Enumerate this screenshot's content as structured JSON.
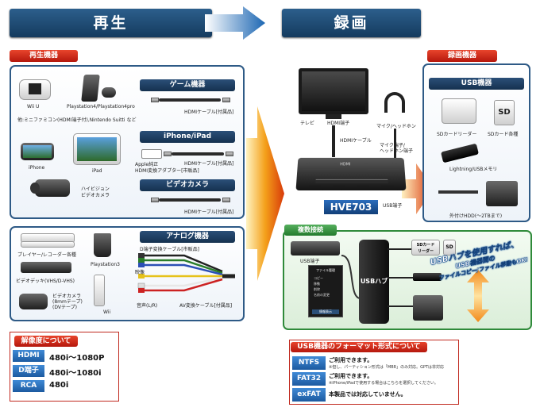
{
  "banners": {
    "play": "再生",
    "record": "録画"
  },
  "tabs": {
    "play_devices": "再生機器",
    "record_devices": "録画機器",
    "multi": "複数接続"
  },
  "play_panel": {
    "devices": {
      "wiiu": "Wii U",
      "ps4": "Playstation4/Playstation4pro",
      "other": "他:ミニファミコン(HDMI端子付),Nintendo Suitti など",
      "iphone": "iPhone",
      "ipad": "iPad",
      "camera": "ハイビジョン\nビデオカメラ"
    },
    "bars": {
      "game": "ゲーム機器",
      "iphone": "iPhone/iPad",
      "camera": "ビデオカメラ"
    },
    "cables": {
      "game": "HDMIケーブル[付属品]",
      "iphone_adapter": "Apple純正\nHDMI変換アダプター[市販品]",
      "iphone_cable": "HDMIケーブル[付属品]",
      "camera": "HDMIケーブル[付属品]"
    }
  },
  "analog_panel": {
    "devices": {
      "recorder": "プレイヤー/レコーダー各種",
      "deck": "ビデオデッキ(VHS/D-VHS)",
      "ps3": "Playstation3",
      "wii": "Wii",
      "camcorder": "ビデオカメラ\n(8mmテープ)\n(DVテープ)"
    },
    "bar": "アナログ機器",
    "cables": {
      "d_cable": "D端子変換ケーブル[市販品]",
      "video": "映像",
      "audio": "音声(L/R)",
      "av_cable": "AV変換ケーブル[付属品]"
    }
  },
  "resolution": {
    "title": "解像度について",
    "rows": [
      {
        "tag": "HDMI",
        "value": "480i～1080P"
      },
      {
        "tag": "D端子",
        "value": "480i～1080i"
      },
      {
        "tag": "RCA",
        "value": "480i"
      }
    ]
  },
  "record_area": {
    "tv": "テレビ",
    "hdmi_port": "HDMI端子",
    "hdmi_cable": "HDMIケーブル",
    "headphone": "マイク/ヘッドホン",
    "mic_port": "マイク端子/\nヘッドホン端子",
    "usb_port": "USB端子",
    "device_name": "HVE703",
    "device_brand": "HDMI"
  },
  "usb_panel": {
    "bar": "USB機器",
    "items": {
      "card_reader": "SDカードリーダー",
      "sd": "SDカード各種",
      "sd_icon": "SD",
      "lightning": "Lightning/USBメモリ",
      "hdd": "外付けHDD(～2TBまで)"
    }
  },
  "multi_panel": {
    "usb_port": "USB端子",
    "hub": "USBハブ",
    "sd_reader": "SDカード\nリーダー",
    "sd_icon": "SD",
    "menu_title": "ファイル管理",
    "menu_items": [
      "コピー",
      "移動",
      "削除",
      "名前の変更"
    ],
    "menu_footer": "情報表示",
    "promo_line1": "USBハブを使用すれば、",
    "promo_line2": "USB機器間の",
    "promo_line3": "ファイルコピー/ファイル移動もOK!"
  },
  "format": {
    "title": "USB機器のフォーマット形式について",
    "rows": [
      {
        "tag": "NTFS",
        "main": "ご利用できます。",
        "sub": "※但し、パーティション形式は「MBR」のみ対応。GPTは非対応"
      },
      {
        "tag": "FAT32",
        "main": "ご利用できます。",
        "sub": "※iPhone/iPadで使用する場合はこちらを選択してください。"
      },
      {
        "tag": "exFAT",
        "main": "本製品では対応していません。",
        "sub": ""
      }
    ]
  }
}
